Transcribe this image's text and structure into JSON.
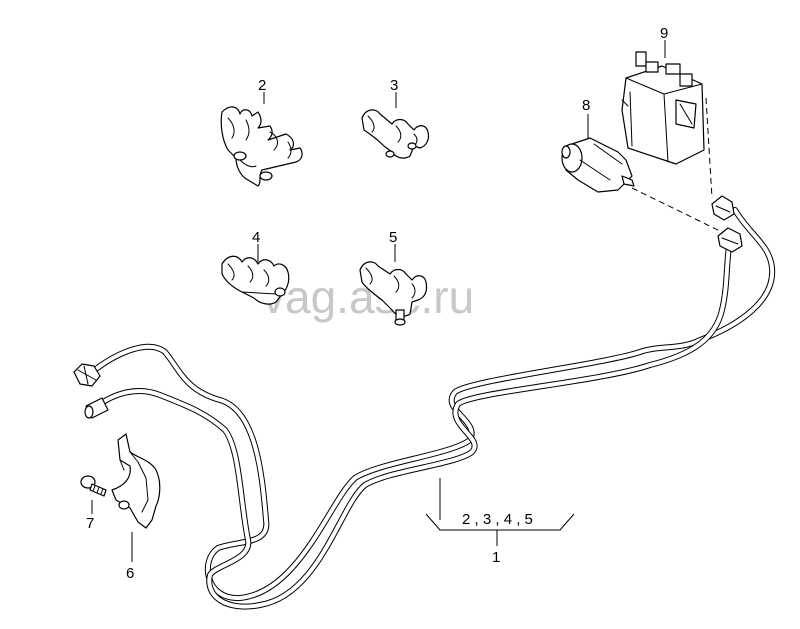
{
  "watermark": "vag.asc.ru",
  "labels": {
    "p1": "1",
    "p2": "2",
    "p3": "3",
    "p4": "4",
    "p5": "5",
    "p6": "6",
    "p7": "7",
    "p8": "8",
    "p9": "9",
    "group": "2 , 3 , 4 , 5"
  },
  "parts": [
    {
      "id": "1",
      "name": "fuel-line-set"
    },
    {
      "id": "2",
      "name": "quadruple-pipe-clip"
    },
    {
      "id": "3",
      "name": "double-pipe-holder"
    },
    {
      "id": "4",
      "name": "triple-pipe-clip"
    },
    {
      "id": "5",
      "name": "double-pipe-holder-with-stud"
    },
    {
      "id": "6",
      "name": "bracket"
    },
    {
      "id": "7",
      "name": "bolt"
    },
    {
      "id": "8",
      "name": "fuel-filter"
    },
    {
      "id": "9",
      "name": "charcoal-canister"
    }
  ]
}
